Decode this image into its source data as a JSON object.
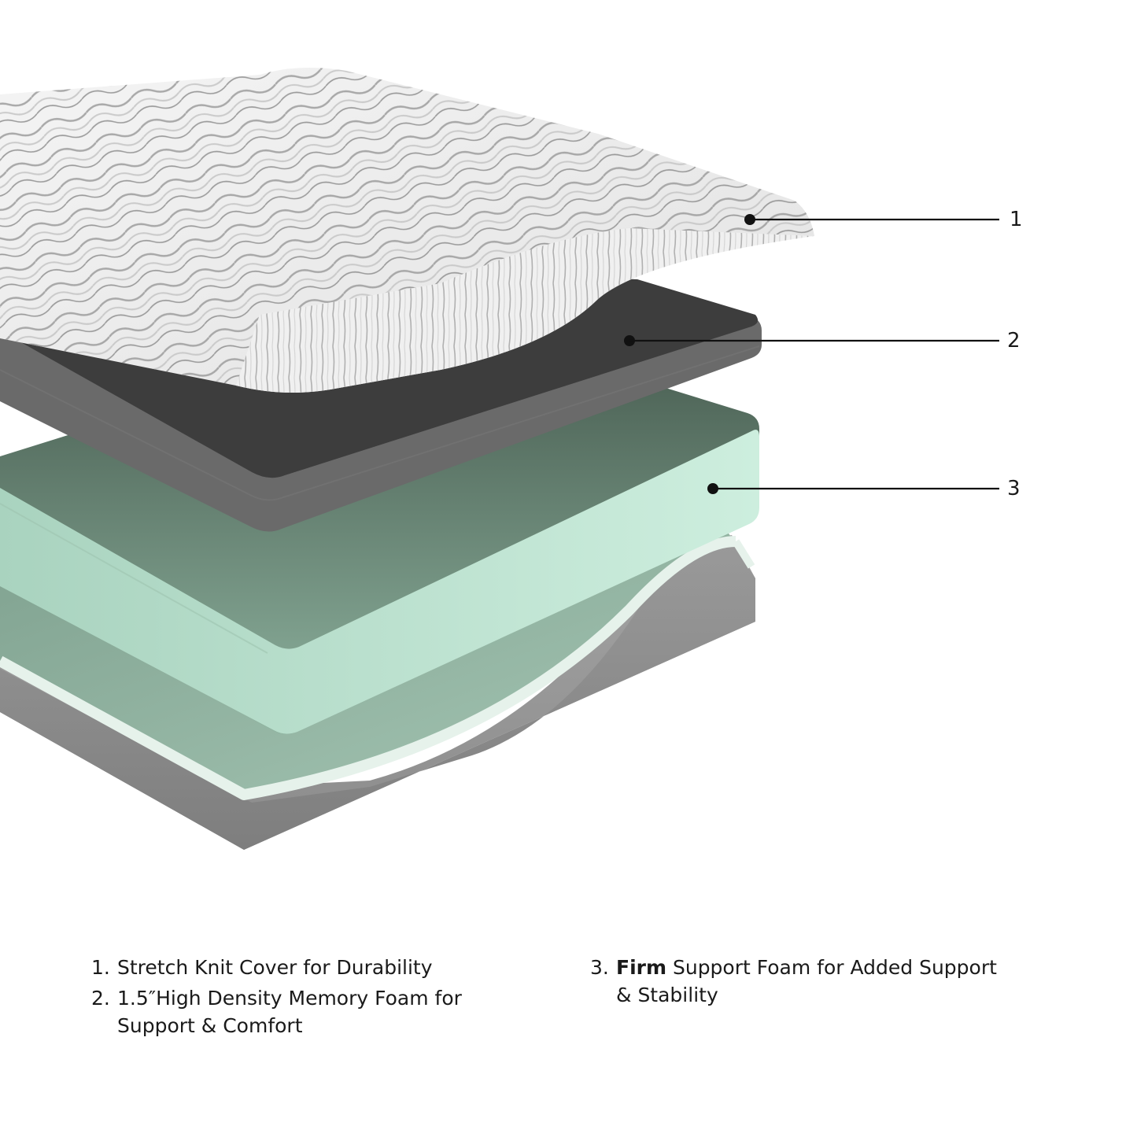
{
  "callouts": [
    {
      "number": "1",
      "layer": "cover",
      "dot": [
        953,
        279
      ],
      "line_end": [
        1270,
        279
      ]
    },
    {
      "number": "2",
      "layer": "memory-foam",
      "dot": [
        800,
        433
      ],
      "line_end": [
        1270,
        433
      ]
    },
    {
      "number": "3",
      "layer": "support-foam",
      "dot": [
        906,
        621
      ],
      "line_end": [
        1270,
        621
      ]
    }
  ],
  "legend": {
    "left": [
      {
        "num": "1.",
        "text": "Stretch Knit Cover for Durability"
      },
      {
        "num": "2.",
        "text": "1.5″High Density Memory Foam for Support & Comfort",
        "line1": "1.5″High Density Memory Foam for",
        "line2": "Support & Comfort"
      }
    ],
    "right": [
      {
        "num": "3.",
        "bold": "Firm",
        "text": " Support Foam for Added Support",
        "line2": "& Stability"
      }
    ]
  },
  "colors": {
    "cover_top": "#f2f2f2",
    "cover_stripe": "#9a9a9a",
    "memory_foam_top": "#3c3c3c",
    "memory_foam_side": "#666666",
    "support_foam_top": "#55705f",
    "support_foam_side": "#c3e6d5",
    "base_inner": "#95b8a5",
    "base_rim": "#e4f1ea",
    "base_side": "#8f8f8f",
    "callout": "#111111"
  }
}
